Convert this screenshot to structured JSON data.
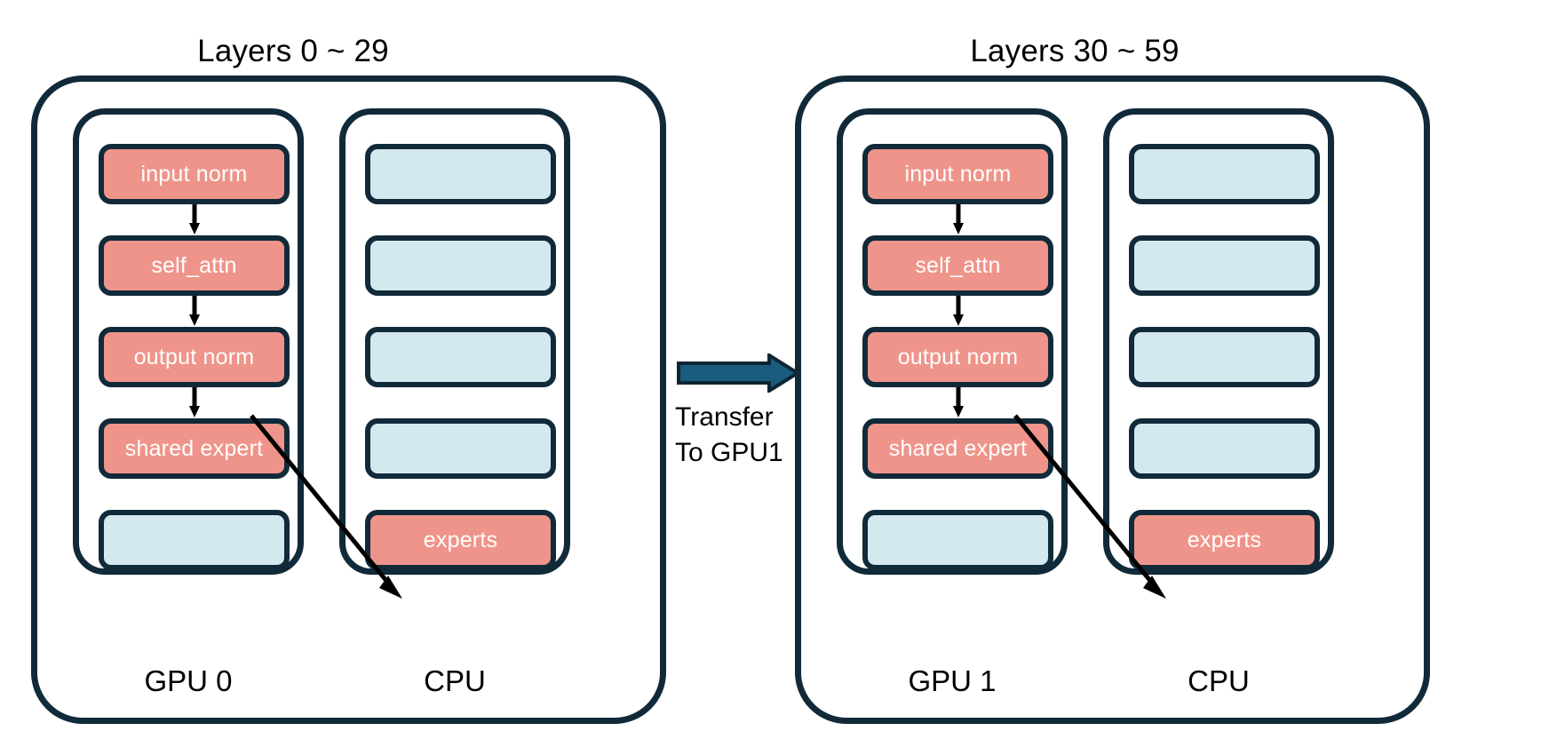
{
  "colors": {
    "outline": "#112A3A",
    "compute_block": "#EF948A",
    "idle_block": "#D3E8EF",
    "transfer_arrow": "#1A5C7D",
    "background": "#FFFFFF",
    "text_on_block": "#FFFFFF",
    "text": "#000000"
  },
  "panels": [
    {
      "title": "Layers 0 ~ 29",
      "gpu": {
        "label": "GPU 0",
        "blocks": [
          {
            "label": "input norm",
            "kind": "compute"
          },
          {
            "label": "self_attn",
            "kind": "compute"
          },
          {
            "label": "output norm",
            "kind": "compute"
          },
          {
            "label": "shared expert",
            "kind": "compute"
          },
          {
            "label": "",
            "kind": "idle"
          }
        ]
      },
      "cpu": {
        "label": "CPU",
        "blocks": [
          {
            "label": "",
            "kind": "idle"
          },
          {
            "label": "",
            "kind": "idle"
          },
          {
            "label": "",
            "kind": "idle"
          },
          {
            "label": "",
            "kind": "idle"
          },
          {
            "label": "experts",
            "kind": "compute"
          }
        ]
      }
    },
    {
      "title": "Layers 30 ~ 59",
      "gpu": {
        "label": "GPU 1",
        "blocks": [
          {
            "label": "input norm",
            "kind": "compute"
          },
          {
            "label": "self_attn",
            "kind": "compute"
          },
          {
            "label": "output norm",
            "kind": "compute"
          },
          {
            "label": "shared expert",
            "kind": "compute"
          },
          {
            "label": "",
            "kind": "idle"
          }
        ]
      },
      "cpu": {
        "label": "CPU",
        "blocks": [
          {
            "label": "",
            "kind": "idle"
          },
          {
            "label": "",
            "kind": "idle"
          },
          {
            "label": "",
            "kind": "idle"
          },
          {
            "label": "",
            "kind": "idle"
          },
          {
            "label": "experts",
            "kind": "compute"
          }
        ]
      }
    }
  ],
  "transfer": {
    "label": "Transfer\nTo GPU1"
  }
}
